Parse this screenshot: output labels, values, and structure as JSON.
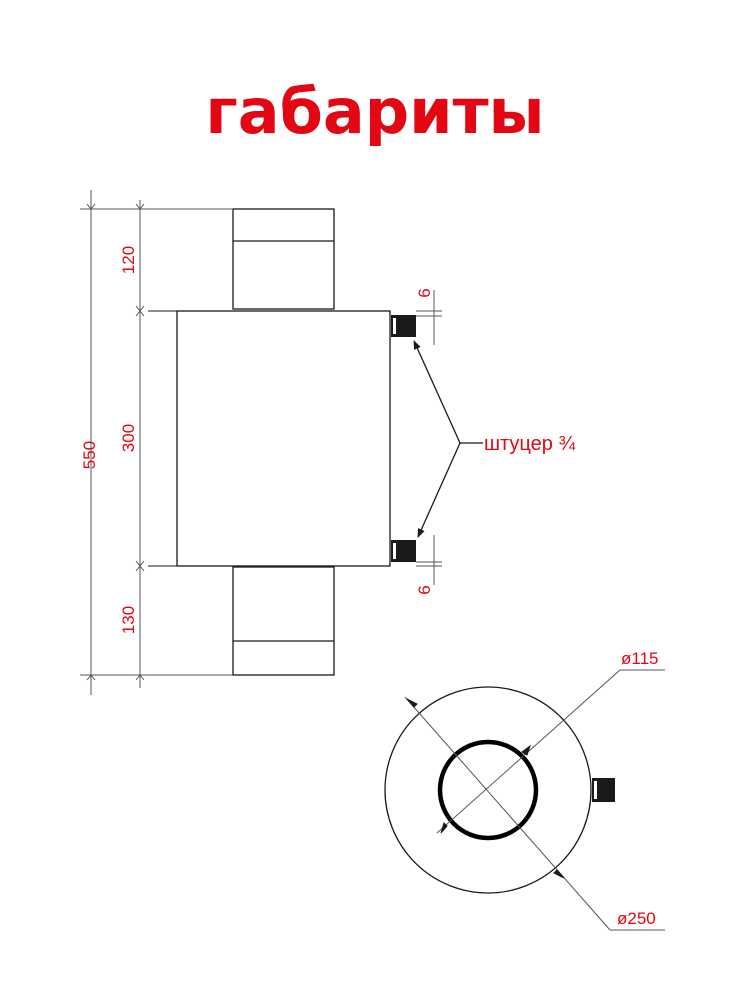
{
  "title": "габариты",
  "labels": {
    "overall_height": "550",
    "top_pipe_height": "120",
    "body_height": "300",
    "bottom_pipe_height": "130",
    "fitting_offset_top": "6",
    "fitting_offset_bottom": "6",
    "fitting_callout": "штуцер ¾",
    "inner_diameter": "ø115",
    "outer_diameter": "ø250"
  },
  "colors": {
    "accent": "#e30613",
    "line": "#1a1a1a",
    "dim_line": "#555555"
  }
}
